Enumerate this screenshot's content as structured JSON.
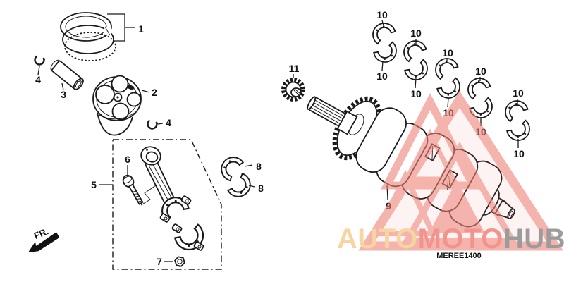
{
  "canvas": {
    "background": "#ffffff",
    "line_color": "#1a1a1a"
  },
  "callouts": {
    "piston_ring_set": "1",
    "piston": "2",
    "piston_pin": "3",
    "piston_pin_clip": "4",
    "connecting_rod_assembly": "5",
    "connecting_rod_bolt": "6",
    "connecting_rod_nut": "7",
    "connecting_rod_bearing": "8",
    "crankshaft": "9",
    "main_bearing": "10",
    "primary_drive_gear": "11"
  },
  "orientation": {
    "front_arrow_label": "FR."
  },
  "footer": {
    "diagram_code": "MEREE1400"
  },
  "watermark": {
    "logo_color": "#ee8377",
    "segments": [
      {
        "text": "AUTO",
        "color": "#f6d5a2"
      },
      {
        "text": "MOTO",
        "color": "#f2948b"
      },
      {
        "text": "HUB",
        "color": "#9c9c9c"
      }
    ]
  }
}
